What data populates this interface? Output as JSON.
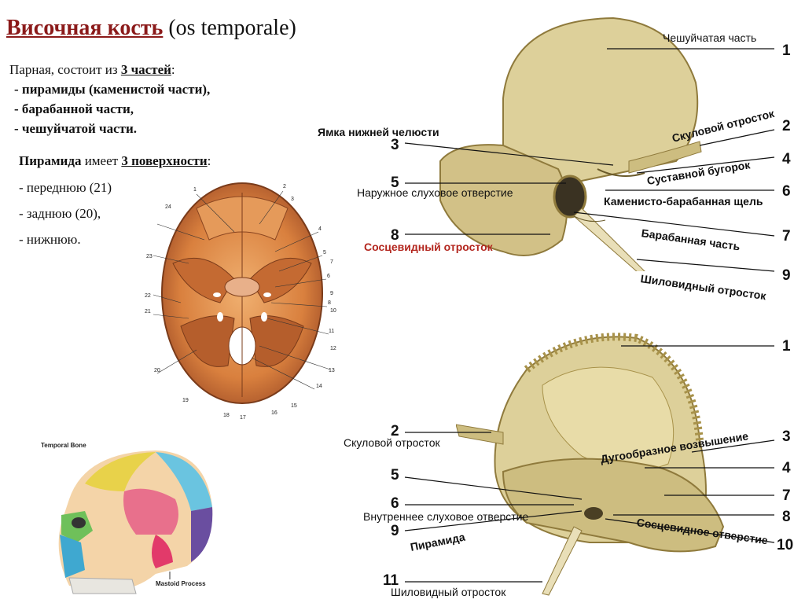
{
  "title": {
    "main": "Височная кость",
    "latin": "(os temporale)"
  },
  "intro": {
    "line1_pre": "Парная, состоит из ",
    "line1_bold": "3 частей",
    "line1_post": ":",
    "parts": [
      "- пирамиды (каменистой части),",
      "- барабанной части,",
      "- чешуйчатой части."
    ]
  },
  "pyramid": {
    "bold": "Пирамида",
    "mid": " имеет ",
    "underline": "3 поверхности",
    "post": ":",
    "surfaces": [
      "- переднюю (21)",
      "- заднюю (20),",
      "- нижнюю."
    ]
  },
  "skull_base_numbers": [
    "1",
    "2",
    "3",
    "4",
    "5",
    "6",
    "7",
    "8",
    "9",
    "10",
    "11",
    "12",
    "13",
    "14",
    "15",
    "16",
    "17",
    "18",
    "19",
    "20",
    "21",
    "22",
    "23",
    "24"
  ],
  "temporal_bone_inset": {
    "title": "Temporal Bone",
    "caption": "Mastoid Process"
  },
  "outer_view": {
    "labels": [
      {
        "num": "1",
        "text": "Чешуйчатая часть"
      },
      {
        "num": "2",
        "text": "Скуловой отросток"
      },
      {
        "num": "3",
        "text": "Ямка нижней челюсти"
      },
      {
        "num": "4",
        "text": "Суставной бугорок"
      },
      {
        "num": "5",
        "text": "Наружное слуховое отверстие"
      },
      {
        "num": "6",
        "text": "Каменисто-барабанная щель"
      },
      {
        "num": "7",
        "text": "Барабанная часть"
      },
      {
        "num": "8",
        "text": "Сосцевидный отросток"
      },
      {
        "num": "9",
        "text": "Шиловидный отросток"
      }
    ]
  },
  "inner_view": {
    "labels": [
      {
        "num": "1",
        "text": ""
      },
      {
        "num": "2",
        "text": "Скуловой отросток"
      },
      {
        "num": "3",
        "text": "Дугообразное возвышение"
      },
      {
        "num": "4",
        "text": ""
      },
      {
        "num": "5",
        "text": ""
      },
      {
        "num": "6",
        "text": "Внутреннее слуховое отверстие"
      },
      {
        "num": "7",
        "text": ""
      },
      {
        "num": "8",
        "text": "Сосцевидное отверстие"
      },
      {
        "num": "9",
        "text": "Пирамида"
      },
      {
        "num": "10",
        "text": ""
      },
      {
        "num": "11",
        "text": "Шиловидный отросток"
      }
    ]
  },
  "colors": {
    "title": "#8b1a1a",
    "bone": "#d8c98d",
    "bone_dark": "#8f7a3c",
    "skull_base": "#d9803e",
    "red_label": "#b3261e"
  }
}
